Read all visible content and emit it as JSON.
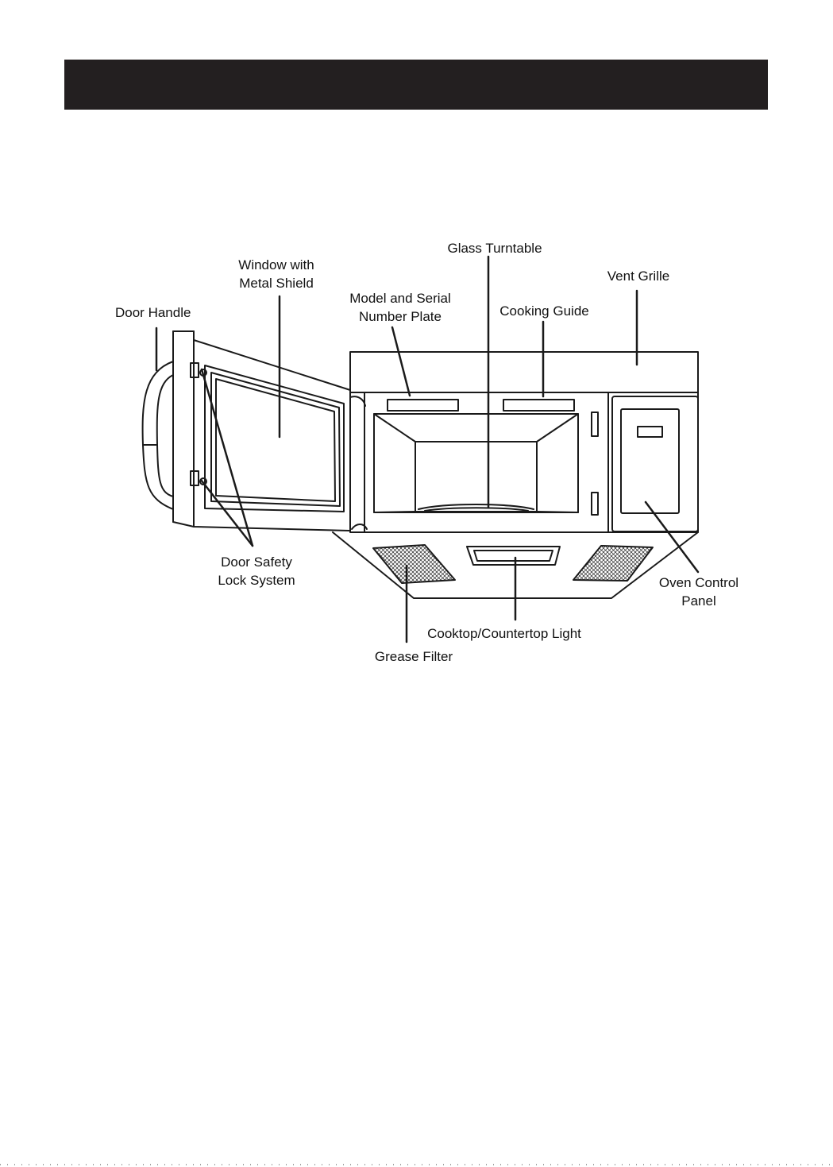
{
  "header": {
    "title": ""
  },
  "labels": {
    "glass_turntable": "Glass Turntable",
    "window_metal_shield": "Window with\nMetal Shield",
    "vent_grille": "Vent Grille",
    "model_serial_plate": "Model and Serial\nNumber Plate",
    "cooking_guide": "Cooking Guide",
    "door_handle": "Door Handle",
    "door_safety_lock": "Door Safety\nLock System",
    "oven_control_panel": "Oven Control\nPanel",
    "cooktop_light": "Cooktop/Countertop Light",
    "grease_filter": "Grease Filter"
  },
  "colors": {
    "header_bar": "#231f20",
    "line": "#1a1a1a",
    "background": "#ffffff"
  }
}
